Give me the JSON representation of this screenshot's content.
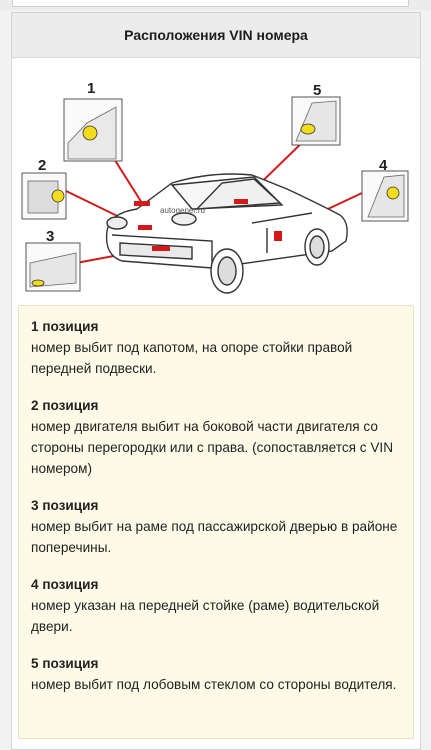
{
  "header": {
    "title": "Расположения VIN номера"
  },
  "diagram": {
    "watermark": "autogener.ru",
    "markers": [
      "1",
      "2",
      "3",
      "4",
      "5"
    ],
    "colors": {
      "line": "#d31919",
      "highlight": "#f2dc1c",
      "outline": "#333333"
    }
  },
  "positions": [
    {
      "title": "1 позиция",
      "text": "номер выбит под капотом, на опоре стойки правой передней подвески."
    },
    {
      "title": "2 позиция",
      "text": "номер двигателя выбит на боковой части двигателя со стороны перегородки или с права. (сопоставляется с VIN номером)"
    },
    {
      "title": "3 позиция",
      "text": "номер выбит на раме под пассажирской дверью в районе поперечины."
    },
    {
      "title": "4 позиция",
      "text": "номер указан на передней стойке (раме) водительской двери."
    },
    {
      "title": "5 позиция",
      "text": "номер выбит под лобовым стеклом со стороны водителя."
    }
  ]
}
